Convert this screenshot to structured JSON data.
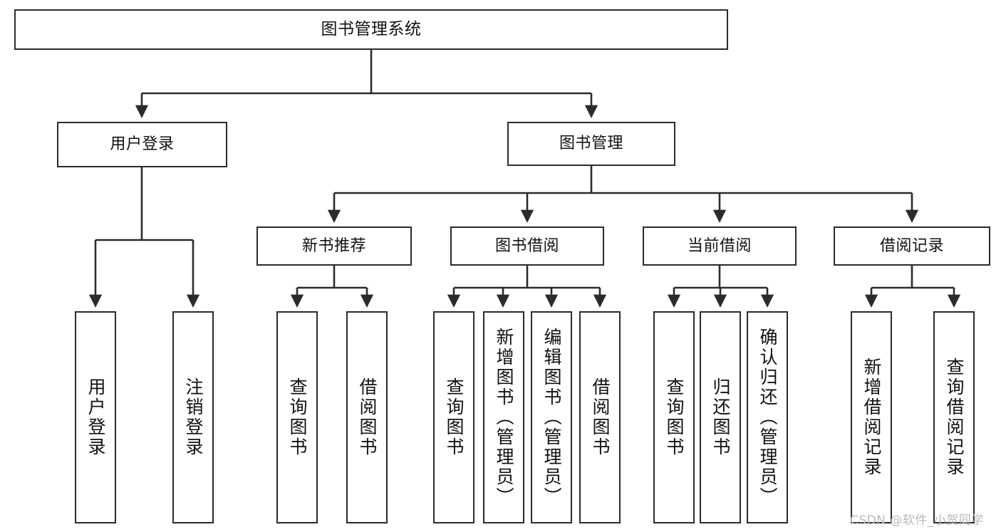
{
  "diagram": {
    "type": "tree",
    "title": "图书管理系统",
    "orientation": "top-down",
    "colors": {
      "box_border": "#2b2b2b",
      "box_fill": "#ffffff",
      "connector": "#2b2b2b",
      "text": "#111111",
      "watermark": "#b9b9b9"
    },
    "levels": {
      "root": "图书管理系统",
      "level1": [
        "用户登录",
        "图书管理"
      ],
      "level2": [
        "新书推荐",
        "图书借阅",
        "当前借阅",
        "借阅记录"
      ]
    },
    "nodes": {
      "root": {
        "label": "图书管理系统"
      },
      "user_login": {
        "label": "用户登录"
      },
      "book_manage": {
        "label": "图书管理"
      },
      "new_book_rec": {
        "label": "新书推荐"
      },
      "book_borrow": {
        "label": "图书借阅"
      },
      "current_borrow": {
        "label": "当前借阅"
      },
      "borrow_record": {
        "label": "借阅记录"
      },
      "leaf_user_login": {
        "label": "用户登录"
      },
      "leaf_logout": {
        "label": "注销登录"
      },
      "leaf_query_book_1": {
        "label": "查询图书"
      },
      "leaf_borrow_book_1": {
        "label": "借阅图书"
      },
      "leaf_query_book_2": {
        "label": "查询图书"
      },
      "leaf_add_book_admin": {
        "label": "新增图书（管理员）"
      },
      "leaf_edit_book_admin": {
        "label": "编辑图书（管理员）"
      },
      "leaf_borrow_book_2": {
        "label": "借阅图书"
      },
      "leaf_query_book_3": {
        "label": "查询图书"
      },
      "leaf_return_book": {
        "label": "归还图书"
      },
      "leaf_confirm_return_admin": {
        "label": "确认归还（管理员）"
      },
      "leaf_add_record": {
        "label": "新增借阅记录"
      },
      "leaf_query_record": {
        "label": "查询借阅记录"
      }
    },
    "edges": [
      {
        "from": "root",
        "to": "user_login"
      },
      {
        "from": "root",
        "to": "book_manage"
      },
      {
        "from": "user_login",
        "to": "leaf_user_login"
      },
      {
        "from": "user_login",
        "to": "leaf_logout"
      },
      {
        "from": "book_manage",
        "to": "new_book_rec"
      },
      {
        "from": "book_manage",
        "to": "book_borrow"
      },
      {
        "from": "book_manage",
        "to": "current_borrow"
      },
      {
        "from": "book_manage",
        "to": "borrow_record"
      },
      {
        "from": "new_book_rec",
        "to": "leaf_query_book_1"
      },
      {
        "from": "new_book_rec",
        "to": "leaf_borrow_book_1"
      },
      {
        "from": "book_borrow",
        "to": "leaf_query_book_2"
      },
      {
        "from": "book_borrow",
        "to": "leaf_add_book_admin"
      },
      {
        "from": "book_borrow",
        "to": "leaf_edit_book_admin"
      },
      {
        "from": "book_borrow",
        "to": "leaf_borrow_book_2"
      },
      {
        "from": "current_borrow",
        "to": "leaf_query_book_3"
      },
      {
        "from": "current_borrow",
        "to": "leaf_return_book"
      },
      {
        "from": "current_borrow",
        "to": "leaf_confirm_return_admin"
      },
      {
        "from": "borrow_record",
        "to": "leaf_add_record"
      },
      {
        "from": "borrow_record",
        "to": "leaf_query_record"
      }
    ]
  },
  "watermark": {
    "text": "CSDN @软件_小贺同学"
  }
}
